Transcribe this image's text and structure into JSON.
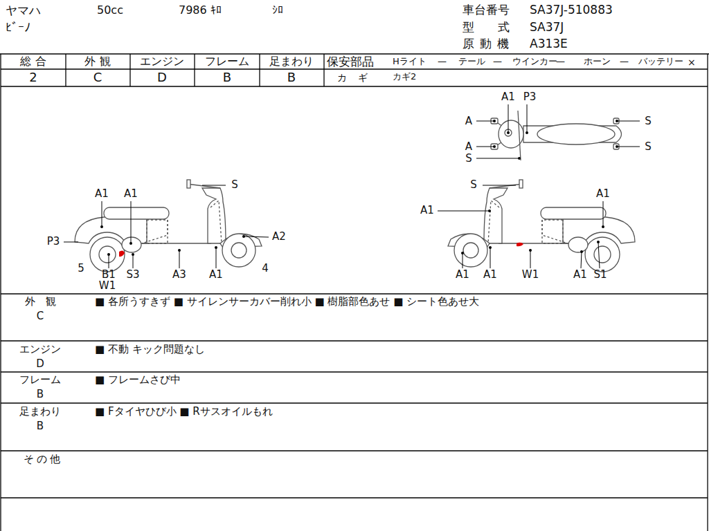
{
  "diagram": {
    "labels": [
      "ヤマハ",
      "50cc",
      "7986 ｷﾛ",
      "ｼﾛ",
      "車台番号",
      "SA37J-510883",
      "ﾋﾞｰﾉ",
      "型　　式",
      "SA37J",
      "原動機",
      "A313E",
      "総 合",
      "外 観",
      "エンジン",
      "フレーム",
      "足まわり",
      "保安部品",
      "Hライト",
      "—",
      "テール",
      "—",
      "ウインカー",
      "—",
      "ホーン",
      "—",
      "バッテリー",
      "×",
      "2",
      "C",
      "D",
      "B",
      "B",
      "カ ギ",
      "カギ2",
      "A1",
      "P3",
      "A",
      "S",
      "A",
      "S",
      "S",
      "S",
      "A1",
      "A1",
      "A2",
      "P3",
      "5",
      "B1",
      "W1",
      "S3",
      "A3",
      "A1",
      "4",
      "S",
      "A1",
      "A1",
      "A1",
      "A1",
      "W1",
      "A1",
      "S1",
      "外　観",
      "C",
      "■ 各所うすきず ■ サイレンサーカバー削れ小 ■ 樹脂部色あせ ■ シート色あせ大",
      "エンジン",
      "D",
      "■ 不動 キック問題なし",
      "フレーム",
      "B",
      "■ フレームさび中",
      "足まわり",
      "B",
      "■ Fタイヤひび小 ■ Rサスオイルもれ",
      "その他"
    ]
  }
}
